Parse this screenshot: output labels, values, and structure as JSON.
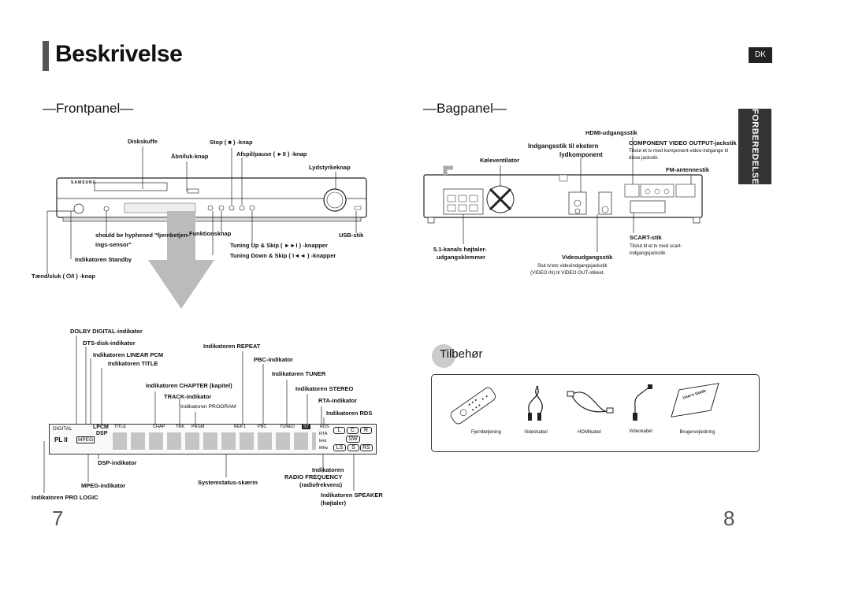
{
  "page": {
    "title": "Beskrivelse",
    "lang_badge": "DK",
    "side_tab": "FORBEREDELSE",
    "page_left": "7",
    "page_right": "8"
  },
  "front": {
    "heading": "—Frontpanel—",
    "brand": "SAMSUNG",
    "labels": {
      "diskskuffe": "Diskskuffe",
      "stop": "Stop ( ■ ) -knap",
      "abn_luk": "Åbn/luk-knap",
      "afspil": "Afspil/pause ( ►II ) -knap",
      "lydstyrke": "Lydstyrkeknap",
      "fjernbetjening": "should be hyphened \"fjernbetjen-",
      "ings_sensor": "ings-sensor\"",
      "funktion": "Funktionsknap",
      "usb": "USB-stik",
      "tuning_up": "Tuning Up & Skip ( ►►I ) -knapper",
      "tuning_down": "Tuning Down & Skip ( I◄◄ ) -knapper",
      "standby": "Indikatoren Standby",
      "taend": "Tænd/sluk ( ⏻/I ) -knap"
    }
  },
  "back": {
    "heading": "—Bagpanel—",
    "labels": {
      "hdmi": "HDMI-udgangsstik",
      "indgang1": "Indgangsstik til ekstern",
      "indgang2": "lydkomponent",
      "component": "COMPONENT VIDEO OUTPUT-jackstik",
      "component_desc1": "Tilslut et tv med komponent-video-indgange til",
      "component_desc2": "disse jackstik.",
      "koeleventilator": "Køleventilator",
      "fm": "FM-antennestik",
      "scart": "SCART-stik",
      "scart_desc1": "Tilslut til et tv med scart-",
      "scart_desc2": "indgangsjackstik.",
      "hoejtaler1": "5.1-kanals højtaler-",
      "hoejtaler2": "udgangsklemmer",
      "video": "Videoudgangsstik",
      "video_desc1": "Slut tv'ets videoindgangsjackstik",
      "video_desc2": "(VIDEO IN) til VIDEO OUT-stikket."
    }
  },
  "display": {
    "segments": [
      "LPCM",
      "TITLE",
      "CHAP",
      "TRK",
      "PRGM",
      "REP.1",
      "PBC",
      "TUNED",
      "ST",
      "RDS"
    ],
    "left_labels": [
      "DIGITAL",
      "PL II",
      "MPEG",
      "DSP"
    ],
    "right_labels": [
      "RTA",
      "kHz",
      "MHz"
    ],
    "speakers": [
      "L",
      "C",
      "R",
      "SW",
      "LS",
      "S",
      "RS"
    ],
    "labels": {
      "dolby": "DOLBY DIGITAL-indikator",
      "dts": "DTS-disk-indikator",
      "linear_pcm": "Indikatoren LINEAR PCM",
      "title": "Indikatoren TITLE",
      "repeat": "Indikatoren REPEAT",
      "pbc": "PBC-indikator",
      "tuner": "Indikatoren TUNER",
      "chapter": "Indikatoren CHAPTER (kapitel)",
      "stereo": "Indikatoren STEREO",
      "track": "TRACK-indikator",
      "rta": "RTA-indikator",
      "program": "Indikatoren PROGRAM",
      "rds": "Indikatoren RDS",
      "dsp": "DSP-indikator",
      "mpeg": "MPEG-indikator",
      "system": "Systemstatus-skærm",
      "radio1": "Indikatoren",
      "radio2": "RADIO FREQUENCY",
      "radio3": "(radiofrekvens)",
      "pro_logic": "Indikatoren PRO LOGIC",
      "speaker1": "Indikatoren SPEAKER",
      "speaker2": "(højtaler)"
    }
  },
  "accessories": {
    "heading": "Tilbehør",
    "items": [
      "Fjernbetjening",
      "Videokabel",
      "HDMIkabel",
      "Videokabel",
      "Brugervejledning"
    ],
    "manual_cover": "User's Guide"
  },
  "colors": {
    "arrow": "#bbbbbb",
    "tab": "#333333",
    "title_bar": "#555555"
  }
}
